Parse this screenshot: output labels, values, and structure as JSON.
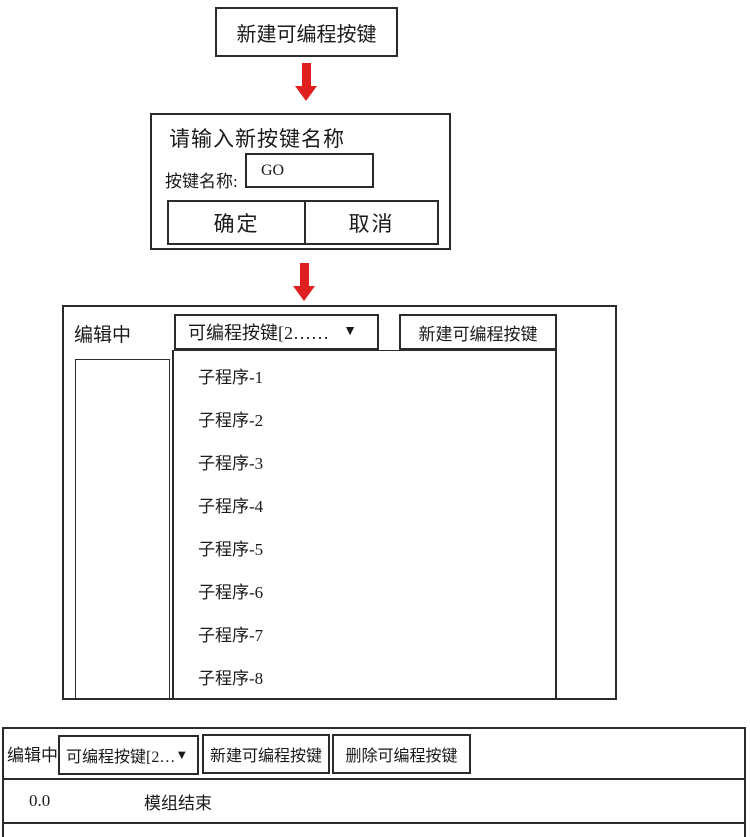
{
  "start": {
    "label": "新建可编程按键"
  },
  "dialog": {
    "title": "请输入新按键名称",
    "name_label": "按键名称:",
    "name_value": "GO",
    "ok_label": "确定",
    "cancel_label": "取消"
  },
  "editor": {
    "status": "编辑中",
    "dropdown_value": "可编程按键[2……",
    "dropdown_arrow": "▼",
    "new_button": "新建可编程按键",
    "subprograms": [
      "子程序-1",
      "子程序-2",
      "子程序-3",
      "子程序-4",
      "子程序-5",
      "子程序-6",
      "子程序-7",
      "子程序-8"
    ]
  },
  "bottom_bar": {
    "status": "编辑中",
    "dropdown_value": "可编程按键[2…",
    "dropdown_arrow": "▼",
    "new_button": "新建可编程按键",
    "delete_button": "删除可编程按键",
    "line_number": "0.0",
    "statement": "模组结束"
  },
  "colors": {
    "arrow": "#e02020",
    "border": "#2b2b2b"
  }
}
